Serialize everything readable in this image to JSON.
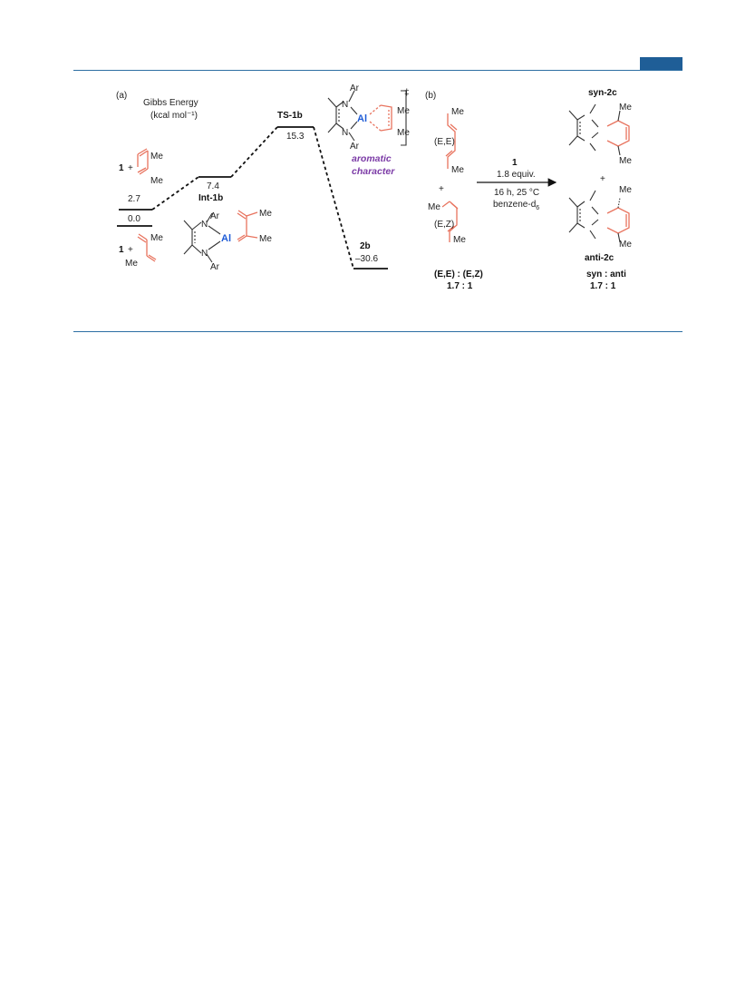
{
  "panel_a": {
    "label": "(a)",
    "y_title": "Gibbs Energy",
    "y_unit": "(kcal mol⁻¹)",
    "levels": [
      {
        "value": "2.7"
      },
      {
        "value": "0.0"
      },
      {
        "value": "7.4",
        "name": "Int-1b"
      },
      {
        "value": "15.3",
        "name": "TS-1b"
      },
      {
        "value": "–30.6",
        "name": "2b"
      }
    ],
    "reactant_label": "1",
    "plus": "+",
    "me": "Me",
    "ar": "Ar",
    "n": "N",
    "al": "Al",
    "dagger": "‡",
    "aromatic": "aromatic",
    "character": "character"
  },
  "panel_b": {
    "label": "(b)",
    "ee": "(E,E)",
    "ez": "(E,Z)",
    "plus": "+",
    "me": "Me",
    "reagent": "1",
    "equiv": "1.8 equiv.",
    "conditions": "16 h, 25 °C",
    "solvent": "benzene-d",
    "solvent_sub": "6",
    "ratio_title": "(E,E) : (E,Z)",
    "ratio_value": "1.7 : 1",
    "syn_label": "syn-2c",
    "anti_label": "anti-2c",
    "product_ratio_title": "syn : anti",
    "product_ratio_value": "1.7 : 1"
  }
}
